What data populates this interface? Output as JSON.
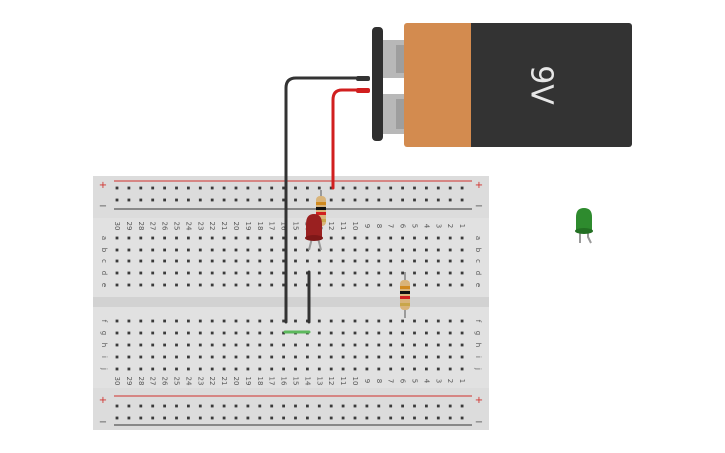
{
  "battery": {
    "label": "9V",
    "colors": {
      "cap": "#d38b4f",
      "body": "#333333",
      "terminal": "#b8b8b8",
      "clip": "#2f2f2f"
    }
  },
  "breadboard": {
    "columns": 30,
    "rows_top": [
      "a",
      "b",
      "c",
      "d",
      "e"
    ],
    "rows_bottom": [
      "f",
      "g",
      "h",
      "i",
      "j"
    ],
    "rail_plus": "+",
    "rail_minus": "−",
    "colors": {
      "body": "#e1e1e1",
      "hole": "#3a3a3a",
      "rail_red": "#d0312d",
      "rail_black": "#333333",
      "text": "#555555"
    }
  },
  "wires": {
    "colors": {
      "black": "#333333",
      "red": "#d11f1f",
      "green": "#5cb85c"
    }
  },
  "components": {
    "resistor_1": {
      "name": "resistor",
      "colors": {
        "body": "#d9b47a",
        "bands": [
          "#d08a1f",
          "#111111",
          "#d11f1f",
          "#c9a64a"
        ]
      }
    },
    "resistor_2": {
      "name": "resistor",
      "colors": {
        "body": "#d9b47a",
        "bands": [
          "#d08a1f",
          "#111111",
          "#d11f1f",
          "#c9a64a"
        ]
      }
    },
    "led_red": {
      "name": "led",
      "color": "#9a2020"
    },
    "led_green": {
      "name": "led",
      "color": "#2e8b2e"
    }
  }
}
